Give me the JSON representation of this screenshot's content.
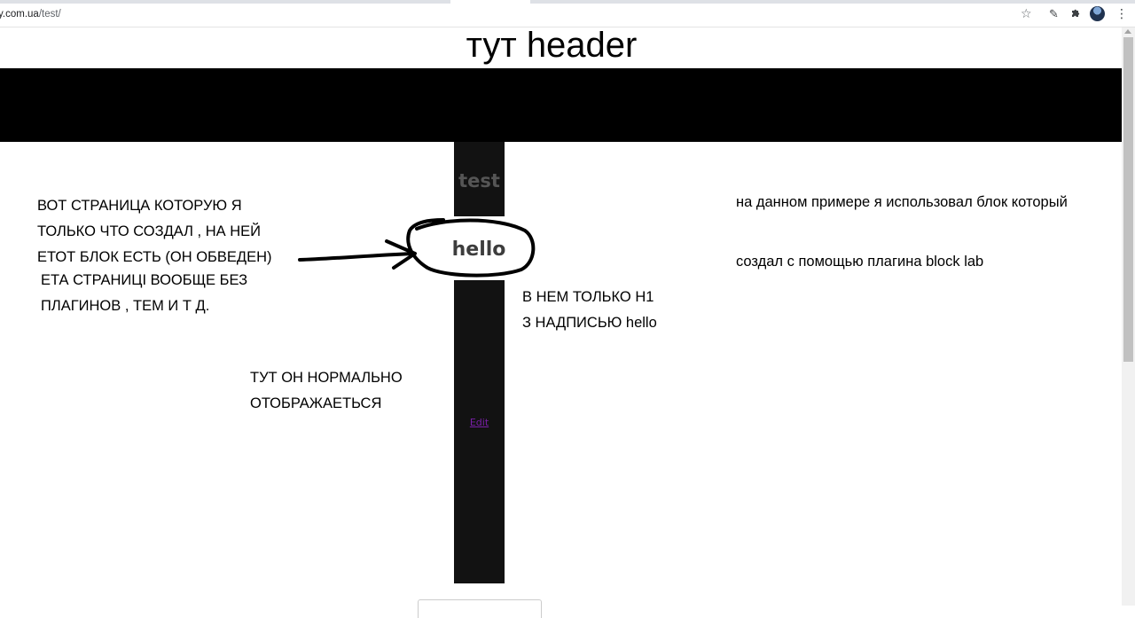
{
  "browser": {
    "url_domain": "y.com.ua",
    "url_path": "/test/",
    "icons": [
      "star-icon",
      "pen-icon",
      "puzzle-icon",
      "avatar",
      "kebab-menu-icon"
    ]
  },
  "page": {
    "header_title": "тут header",
    "column_title": "test",
    "block_heading": "hello",
    "edit_link": "Edit"
  },
  "annotations": {
    "left_lines": [
      "ВОТ  СТРАНИЦА КОТОРУЮ Я",
      "ТОЛЬКО ЧТО СОЗДАЛ , НА НЕЙ",
      "ЕТОТ БЛОК ЕСТЬ (ОН ОБВЕДЕН)"
    ],
    "left_lines_2": [
      "ЕТА СТРАНИЦІ ВООБЩЕ БЕЗ",
      "ПЛАГИНОВ , ТЕМ И Т Д."
    ],
    "mid_lines": [
      "В НЕМ ТОЛЬКО Н1",
      "З НАДПИСЬЮ hello"
    ],
    "bottom_lines": [
      "ТУТ ОН НОРМАЛЬНО",
      "ОТОБРАЖАЕТЬСЯ"
    ],
    "right_line_1": "на данном примере я использовал блок который",
    "right_line_2": "создал с помощью плагина block lab"
  },
  "colors": {
    "bar": "#000000",
    "column": "#121212",
    "edit_link": "#7a1fa8"
  }
}
